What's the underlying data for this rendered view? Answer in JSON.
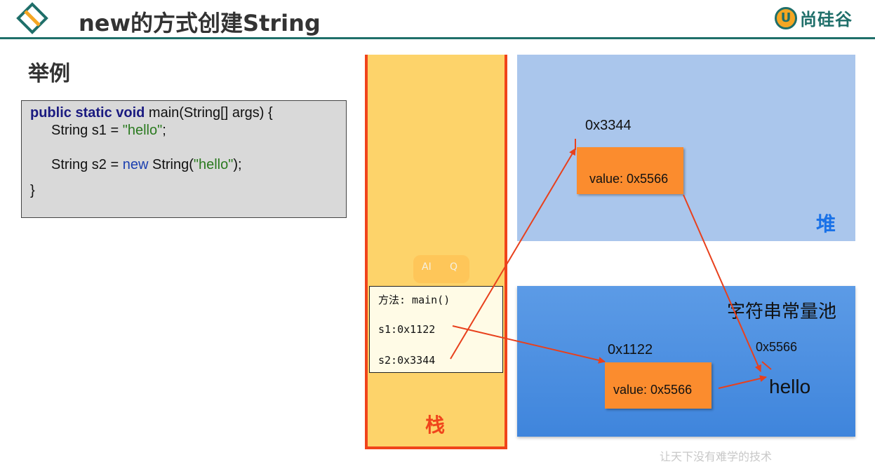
{
  "header": {
    "title": "new的方式创建String",
    "brand": "尚硅谷",
    "brand_logo_letter": "U"
  },
  "subtitle": "举例",
  "code": {
    "line1_kw": "public static void",
    "line1_rest": " main(String[] args) {",
    "line2_pre": "String s1 = ",
    "line2_str": "\"hello\"",
    "line2_post": ";",
    "line3_pre": "String s2 = ",
    "line3_kw": "new",
    "line3_mid": " String(",
    "line3_str": "\"hello\"",
    "line3_post": ");",
    "line4": "}"
  },
  "stack": {
    "label": "栈",
    "frame": {
      "method": "方法: main()",
      "s1": "s1:0x1122",
      "s2": "s2:0x3344"
    },
    "ai_chip": {
      "left": "AI",
      "right": "Q"
    }
  },
  "heap": {
    "label": "堆",
    "object": {
      "address": "0x3344",
      "field": "value: 0x5566"
    }
  },
  "pool": {
    "label": "字符串常量池",
    "object": {
      "address": "0x1122",
      "field": "value: 0x5566"
    },
    "literal": {
      "address": "0x5566",
      "text": "hello"
    }
  },
  "colors": {
    "accent": "#1f6f6a",
    "stack_fill": "#fdd36a",
    "stack_border": "#f0441b",
    "heap_fill": "#aac6ec",
    "pool_fill": "#4a8fe0",
    "object_fill": "#fb8c2e",
    "arrow": "#e8401c"
  },
  "footer_faint": "让天下没有难学的技术"
}
